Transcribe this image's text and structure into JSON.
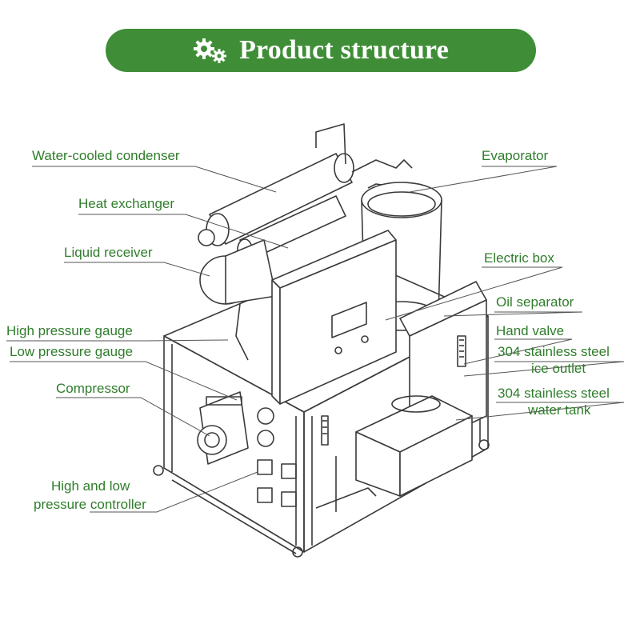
{
  "banner": {
    "title": "Product structure",
    "icon": "gears-icon"
  },
  "labels": {
    "water_cooled_condenser": "Water-cooled condenser",
    "heat_exchanger": "Heat exchanger",
    "liquid_receiver": "Liquid receiver",
    "high_pressure_gauge": "High pressure gauge",
    "low_pressure_gauge": "Low pressure gauge",
    "compressor": "Compressor",
    "pressure_controller_line1": "High and low",
    "pressure_controller_line2": "pressure controller",
    "evaporator": "Evaporator",
    "electric_box": "Electric box",
    "oil_separator": "Oil separator",
    "hand_valve": "Hand valve",
    "ice_outlet_line1": "304 stainless steel",
    "ice_outlet_line2": "ice outlet",
    "water_tank_line1": "304 stainless steel",
    "water_tank_line2": "water tank"
  },
  "colors": {
    "accent": "#3f8e37",
    "label_text": "#2f7d2b",
    "line_art": "#333333"
  }
}
